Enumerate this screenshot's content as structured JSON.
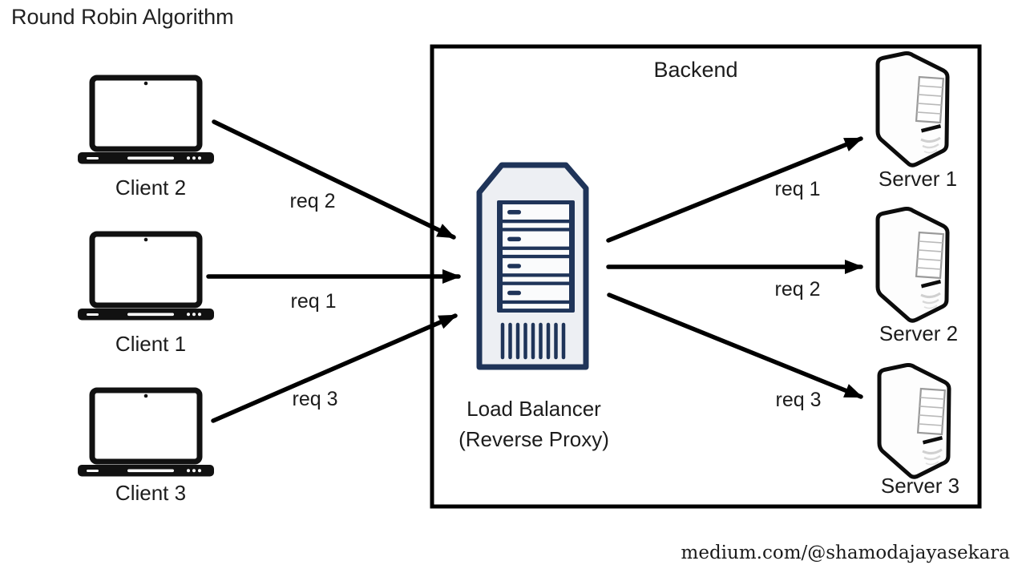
{
  "title": "Round Robin Algorithm",
  "credit": "medium.com/@shamodajayasekara",
  "backend": {
    "label": "Backend"
  },
  "load_balancer": {
    "label_line1": "Load Balancer",
    "label_line2": "(Reverse Proxy)"
  },
  "clients": [
    {
      "label": "Client 2"
    },
    {
      "label": "Client 1"
    },
    {
      "label": "Client 3"
    }
  ],
  "servers": [
    {
      "label": "Server 1"
    },
    {
      "label": "Server 2"
    },
    {
      "label": "Server 3"
    }
  ],
  "requests_in": [
    {
      "label": "req 2"
    },
    {
      "label": "req 1"
    },
    {
      "label": "req 3"
    }
  ],
  "requests_out": [
    {
      "label": "req 1"
    },
    {
      "label": "req 2"
    },
    {
      "label": "req 3"
    }
  ],
  "colors": {
    "icon_navy": "#1f3459",
    "icon_fill": "#edeff3",
    "arrow": "#000000",
    "box_border": "#000000"
  }
}
